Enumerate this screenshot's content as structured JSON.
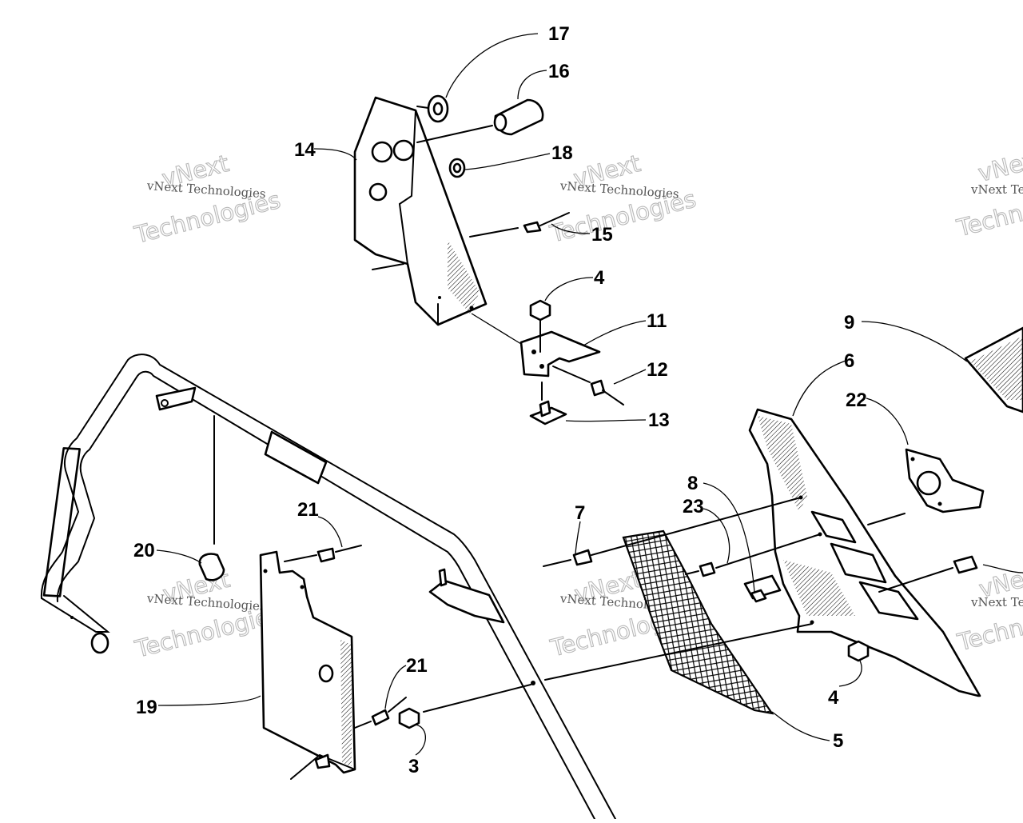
{
  "callouts": [
    {
      "label": "17"
    },
    {
      "label": "16"
    },
    {
      "label": "18"
    },
    {
      "label": "14"
    },
    {
      "label": "15"
    },
    {
      "label": "4"
    },
    {
      "label": "11"
    },
    {
      "label": "12"
    },
    {
      "label": "13"
    },
    {
      "label": "9"
    },
    {
      "label": "6"
    },
    {
      "label": "22"
    },
    {
      "label": "8"
    },
    {
      "label": "23"
    },
    {
      "label": "7"
    },
    {
      "label": "21"
    },
    {
      "label": "20"
    },
    {
      "label": "19"
    },
    {
      "label": "21"
    },
    {
      "label": "3"
    },
    {
      "label": "4"
    },
    {
      "label": "5"
    }
  ],
  "watermark": {
    "line1": "vNext",
    "line2": "vNext Technologies",
    "line3": "Technologies",
    "line4": "vNext Technologies"
  },
  "colors": {
    "ink": "#000000",
    "paper": "#ffffff",
    "watermark": "#b8b8b8"
  }
}
